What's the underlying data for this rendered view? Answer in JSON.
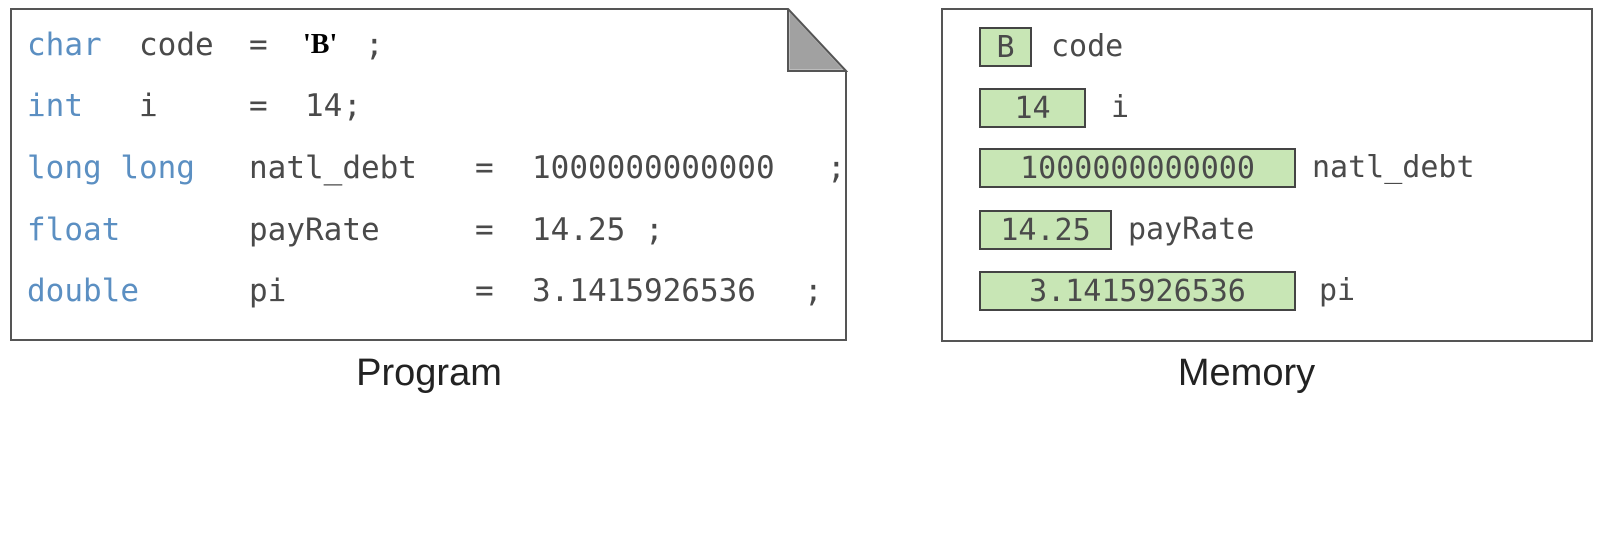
{
  "program": {
    "caption": "Program",
    "lines": [
      {
        "type_kw": "char",
        "name": "code",
        "assign": "=",
        "value": "'B'",
        "semicolon": ";"
      },
      {
        "type_kw": "int",
        "name": "i",
        "assign": "=",
        "value": "14",
        "semicolon": ";"
      },
      {
        "type_kw": "long long",
        "name": "natl_debt",
        "assign": "=",
        "value": "1000000000000",
        "semicolon": ";"
      },
      {
        "type_kw": "float",
        "name": "payRate",
        "assign": "=",
        "value": "14.25",
        "semicolon": ";"
      },
      {
        "type_kw": "double",
        "name": "pi",
        "assign": "=",
        "value": "3.1415926536",
        "semicolon": ";"
      }
    ]
  },
  "memory": {
    "caption": "Memory",
    "cells": [
      {
        "value": "B",
        "name": "code"
      },
      {
        "value": "14",
        "name": "i"
      },
      {
        "value": "1000000000000",
        "name": "natl_debt"
      },
      {
        "value": "14.25",
        "name": "payRate"
      },
      {
        "value": "3.1415926536",
        "name": "pi"
      }
    ]
  },
  "colors": {
    "keyword": "#5b8fc2",
    "cell_fill": "#c8e6b5",
    "text": "#4a4a4a"
  }
}
